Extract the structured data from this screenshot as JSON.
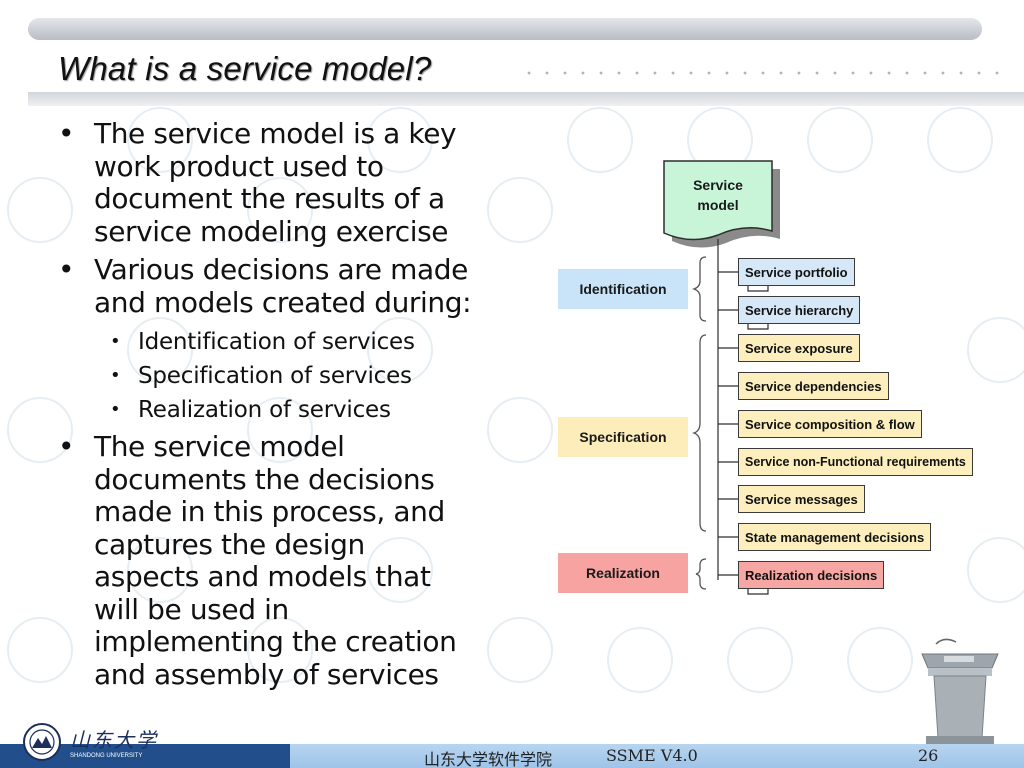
{
  "slide": {
    "title": "What is a service model?",
    "page_number": "26",
    "footer_center": "山东大学软件学院",
    "footer_version": "SSME V4.0",
    "logo_text": "山东大学",
    "logo_sub": "SHANDONG UNIVERSITY"
  },
  "bullets": [
    {
      "text": "The service model is a key work product used to document the results of a service modeling exercise",
      "lines": [
        "The service model is a key",
        "work product used to",
        "document the results of a",
        "service modeling exercise"
      ]
    },
    {
      "text": "Various decisions are made and models created during:",
      "lines": [
        "Various decisions are made",
        "and models created during:"
      ]
    },
    {
      "text": "The service model documents the decisions made in this process, and captures the design aspects and models that will be used in implementing the creation and assembly of services",
      "lines": [
        "The service model",
        "documents the decisions",
        "made in this process, and",
        "captures the design",
        "aspects and models that",
        "will be used in",
        "implementing the creation",
        "and assembly of services"
      ]
    }
  ],
  "subbullets": [
    "Identification of services",
    "Specification of services",
    "Realization of services"
  ],
  "diagram": {
    "root": {
      "line1": "Service",
      "line2": "model"
    },
    "phases": [
      {
        "label": "Identification",
        "color": "#c9e4f8"
      },
      {
        "label": "Specification",
        "color": "#fdedbb"
      },
      {
        "label": "Realization",
        "color": "#f7a3a1"
      }
    ],
    "items": [
      {
        "label": "Service portfolio",
        "phase": "Identification"
      },
      {
        "label": "Service hierarchy",
        "phase": "Identification"
      },
      {
        "label": "Service exposure",
        "phase": "Specification"
      },
      {
        "label": "Service dependencies",
        "phase": "Specification"
      },
      {
        "label": "Service composition & flow",
        "phase": "Specification"
      },
      {
        "label": "Service non-Functional requirements",
        "phase": "Specification"
      },
      {
        "label": "Service messages",
        "phase": "Specification"
      },
      {
        "label": "State management decisions",
        "phase": "Specification"
      },
      {
        "label": "Realization decisions",
        "phase": "Realization"
      }
    ],
    "root_color": "#c8f5d8"
  }
}
